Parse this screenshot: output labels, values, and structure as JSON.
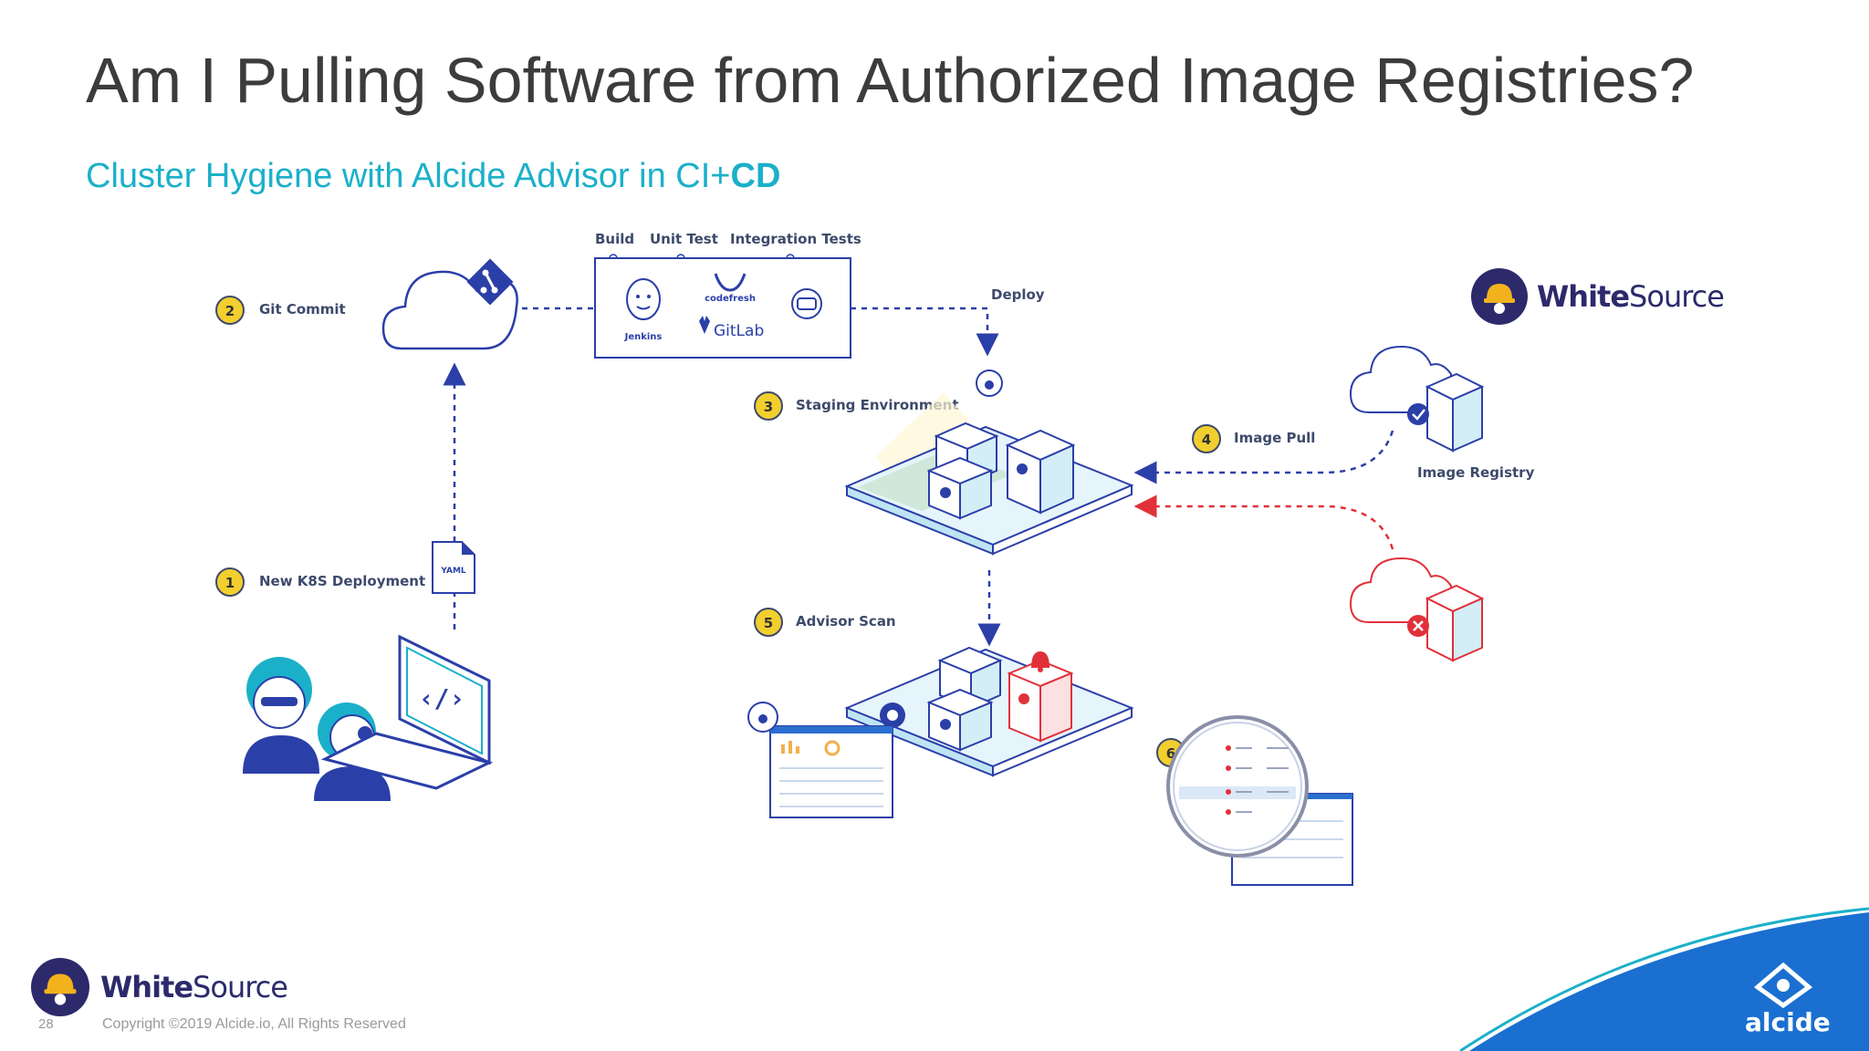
{
  "slide": {
    "title": "Am I Pulling Software from Authorized Image Registries?",
    "subtitle_main": "Cluster Hygiene with Alcide Advisor in CI+",
    "subtitle_bold": "CD",
    "page_number": "28",
    "copyright": "Copyright ©2019 Alcide.io, All Rights Reserved"
  },
  "logos": {
    "whitesource_bold": "White",
    "whitesource_light": "Source",
    "alcide": "alcide"
  },
  "diagram": {
    "pipeline_stages": [
      "Build",
      "Unit Test",
      "Integration Tests"
    ],
    "tools": {
      "jenkins": "Jenkins",
      "codefresh": "codefresh",
      "gitlab": "GitLab"
    },
    "yaml_label": "YAML",
    "deploy_label": "Deploy",
    "image_registry_label": "Image Registry",
    "steps": [
      {
        "num": "1",
        "label": "New K8S Deployment"
      },
      {
        "num": "2",
        "label": "Git Commit"
      },
      {
        "num": "3",
        "label": "Staging Environment"
      },
      {
        "num": "4",
        "label": "Image Pull"
      },
      {
        "num": "5",
        "label": "Advisor Scan"
      },
      {
        "num": "6",
        "label": ""
      }
    ]
  },
  "colors": {
    "title": "#3c3c3c",
    "accent": "#1bb0c9",
    "flow_blue": "#2b3fa8",
    "flow_red": "#e0313a",
    "step_badge": "#f2cf2e",
    "whitesource": "#2c2a6b",
    "alcide_blue": "#1a6fd0"
  }
}
